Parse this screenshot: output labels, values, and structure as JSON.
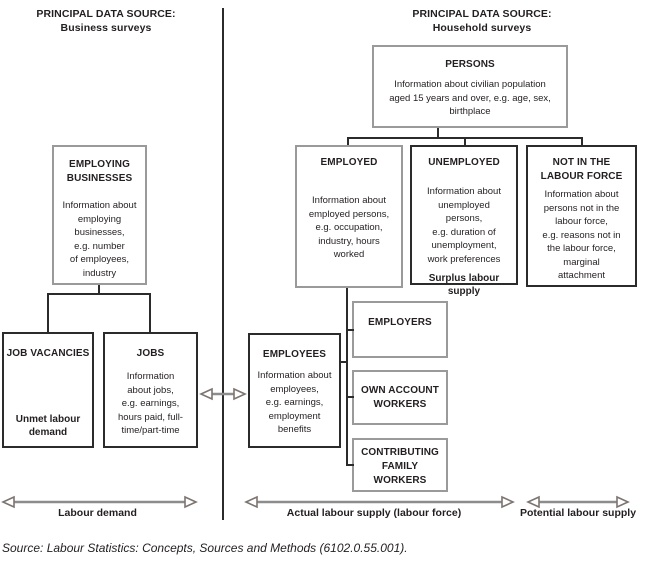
{
  "headers": {
    "left": {
      "line1": "PRINCIPAL DATA SOURCE:",
      "line2": "Business surveys"
    },
    "right": {
      "line1": "PRINCIPAL DATA SOURCE:",
      "line2": "Household surveys"
    }
  },
  "boxes": {
    "persons": {
      "title": "PERSONS",
      "body": "Information about civilian population\naged 15 years and over, e.g. age, sex,\nbirthplace"
    },
    "employed": {
      "title": "EMPLOYED",
      "body": "Information about\nemployed persons,\ne.g. occupation,\nindustry, hours\nworked"
    },
    "unemployed": {
      "title": "UNEMPLOYED",
      "body": "Information about\nunemployed\npersons,\ne.g. duration of\nunemployment,\nwork preferences",
      "footer": "Surplus labour\nsupply"
    },
    "not_in_labour_force": {
      "title": "NOT IN THE\nLABOUR FORCE",
      "body": "Information about\npersons not in the\nlabour force,\ne.g. reasons not in\nthe labour force,\nmarginal\nattachment"
    },
    "employing_businesses": {
      "title": "EMPLOYING\nBUSINESSES",
      "body": "Information about\nemploying\nbusinesses,\ne.g. number\nof employees,\nindustry"
    },
    "job_vacancies": {
      "title": "JOB VACANCIES",
      "footer": "Unmet labour\ndemand"
    },
    "jobs": {
      "title": "JOBS",
      "body": "Information\nabout jobs,\ne.g. earnings,\nhours paid, full-\ntime/part-time"
    },
    "employees": {
      "title": "EMPLOYEES",
      "body": "Information about\nemployees,\ne.g. earnings,\nemployment\nbenefits"
    },
    "employers": {
      "title": "EMPLOYERS"
    },
    "own_account_workers": {
      "title": "OWN ACCOUNT\nWORKERS"
    },
    "contributing_family_workers": {
      "title": "CONTRIBUTING\nFAMILY\nWORKERS"
    }
  },
  "axis_labels": {
    "labour_demand": "Labour demand",
    "actual_labour_supply": "Actual labour supply (labour force)",
    "potential_labour_supply": "Potential labour supply"
  },
  "source_note": "Source: Labour Statistics: Concepts, Sources and Methods (6102.0.55.001).",
  "colors": {
    "text": "#231f20",
    "border_dark": "#2b2b2b",
    "border_gray": "#9a9a9a",
    "connector": "#2b2b2b",
    "arrow": "#8c8c8c"
  }
}
